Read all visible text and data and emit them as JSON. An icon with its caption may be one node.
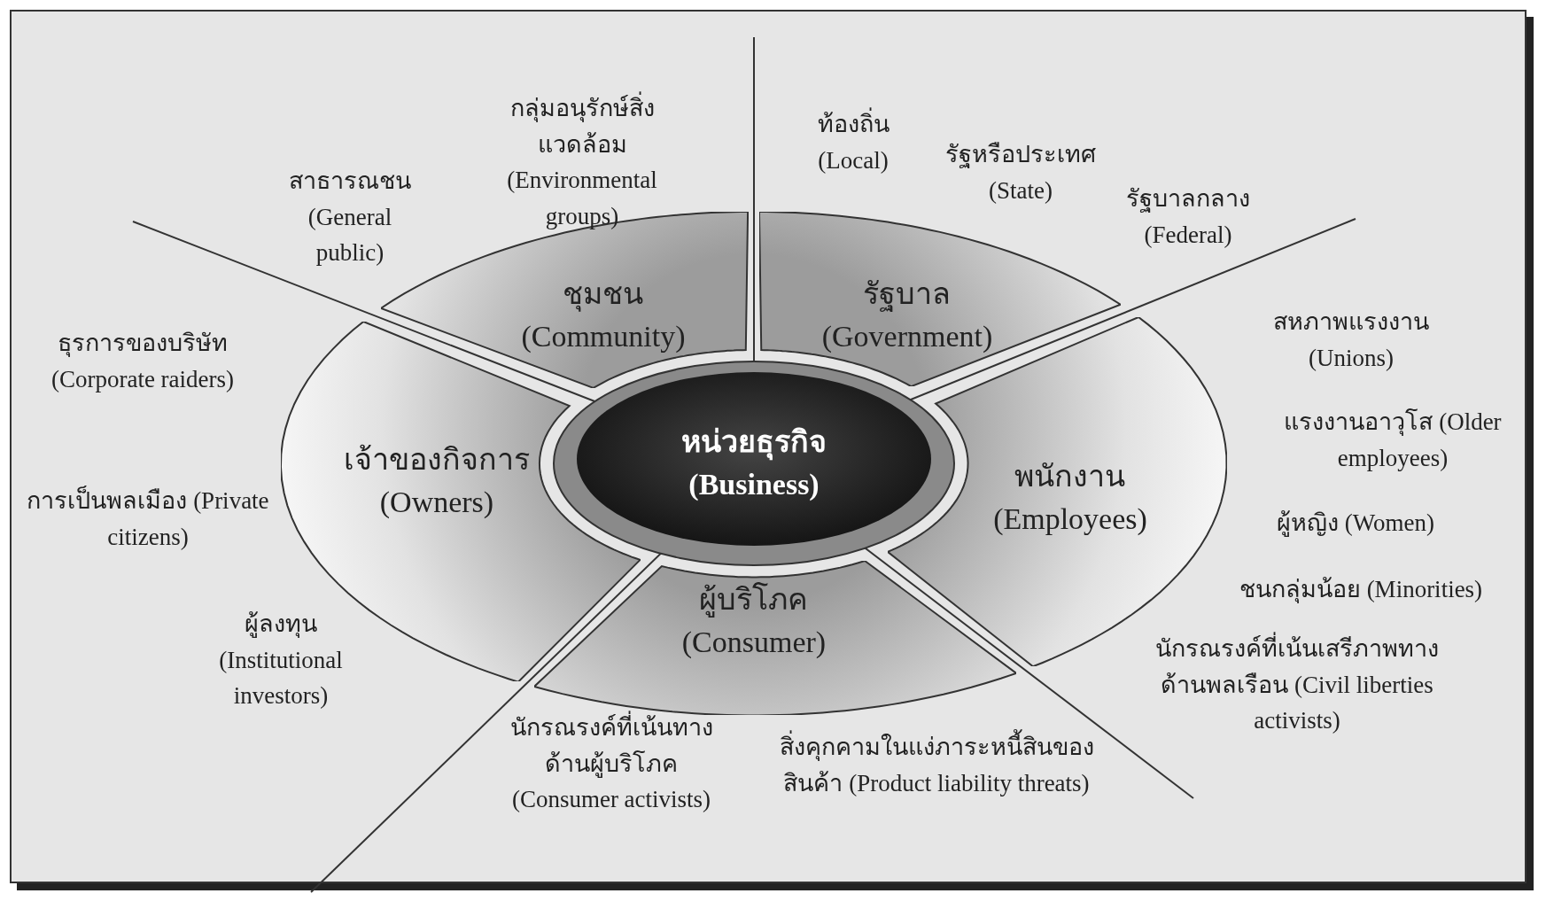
{
  "diagram": {
    "nodes": [
      {
        "text": [
          "หน่วยธุรกิจ (Business)"
        ]
      },
      {
        "text": [
          "ชุมชน (Community)"
        ]
      },
      {
        "text": [
          "รัฐบาล (Government)"
        ]
      },
      {
        "text": [
          "พนักงาน (Employees)"
        ]
      },
      {
        "text": [
          "ผู้บริโภค (Consumer)"
        ]
      },
      {
        "text": [
          "เจ้าของกิจการ (Owners)"
        ]
      }
    ],
    "labels": [
      "กลุ่มอนุรักษ์สิ่งแวดล้อม (Environmental groups)",
      "ท้องถิ่น (Local)",
      "รัฐหรือประเทศ (State)",
      "สาธารณชน (General public)",
      "รัฐบาลกลาง (Federal)",
      "สหภาพแรงงาน (Unions)",
      "ธุรการของบริษัท (Corporate raiders)",
      "แรงงานอาวุโส (Older employees)",
      "การเป็นพลเมือง (Private citizens)",
      "ผู้หญิง (Women)",
      "ชนกลุ่มน้อย (Minorities)",
      "ผู้ลงทุน (Institutional investors)",
      "นักรณรงค์ที่เน้นเสรีภาพทางด้านพลเรือน (Civil liberties activists)",
      "นักรณรงค์ที่เน้นทางด้านผู้บริโภค (Consumer activists)",
      "สิ่งคุกคามในแง่ภาระหนี้สินของสินค้า (Product liability threats)"
    ]
  }
}
